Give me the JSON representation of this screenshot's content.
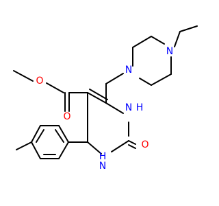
{
  "labels": {
    "ester_carbonyl_o": "O",
    "ester_methoxy_o": "O",
    "piperazine_n1": "N",
    "piperazine_n4": "N",
    "ring_nh_top": "H",
    "ring_n_top": "N",
    "ring_nh_bottom": "H",
    "ring_n_bottom": "N",
    "urea_o": "O"
  },
  "colors": {
    "bond": "#000000",
    "oxygen": "#ff0000",
    "nitrogen": "#0000ff"
  }
}
